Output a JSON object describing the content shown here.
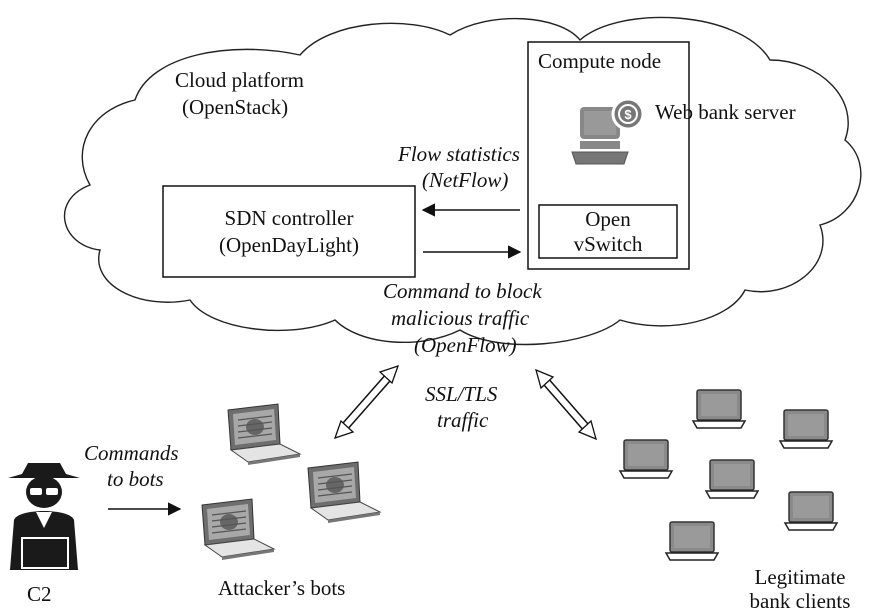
{
  "cloud": {
    "title_line1": "Cloud platform",
    "title_line2": "(OpenStack)"
  },
  "compute_node": {
    "title": "Compute node",
    "server_label": "Web bank server",
    "vswitch_line1": "Open",
    "vswitch_line2": "vSwitch"
  },
  "sdn_controller": {
    "line1": "SDN controller",
    "line2": "(OpenDayLight)"
  },
  "flow_statistics": {
    "line1": "Flow statistics",
    "line2": "(NetFlow)"
  },
  "command_block": {
    "line1": "Command to block",
    "line2": "malicious traffic",
    "line3": "(OpenFlow)"
  },
  "traffic": {
    "line1": "SSL/TLS",
    "line2": "traffic"
  },
  "c2": {
    "label": "C2",
    "commands_line1": "Commands",
    "commands_line2": "to bots"
  },
  "bots": {
    "label": "Attacker’s bots"
  },
  "clients": {
    "line1": "Legitimate",
    "line2": "bank clients"
  },
  "icons": [
    "cloud-shape",
    "server-laptop-icon",
    "dollar-coin-icon",
    "hacker-icon",
    "bot-laptop-icon",
    "client-laptop-icon"
  ],
  "colors": {
    "line": "#111111",
    "laptop_gray": "#8a8a8a",
    "hacker_black": "#1a1a1a"
  }
}
